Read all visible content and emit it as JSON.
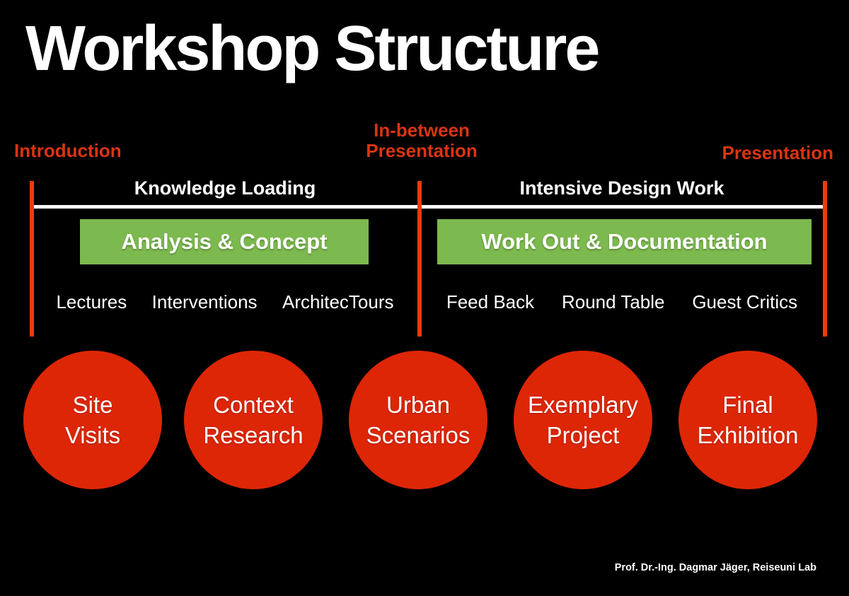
{
  "slide": {
    "title": "Workshop Structure",
    "footer": "Prof. Dr.-Ing. Dagmar Jäger, Reiseuni Lab"
  },
  "milestones": {
    "left": "Introduction",
    "middle_line1": "In-between",
    "middle_line2": "Presentation",
    "right": "Presentation"
  },
  "phases": [
    {
      "heading": "Knowledge Loading",
      "box": "Analysis & Concept",
      "methods": [
        "Lectures",
        "Interventions",
        "ArchitecTours"
      ]
    },
    {
      "heading": "Intensive Design Work",
      "box": "Work Out & Documentation",
      "methods": [
        "Feed Back",
        "Round Table",
        "Guest Critics"
      ]
    }
  ],
  "circles": [
    {
      "lines": [
        "Site",
        "Visits"
      ]
    },
    {
      "lines": [
        "Context",
        "Research"
      ]
    },
    {
      "lines": [
        "Urban",
        "Scenarios"
      ]
    },
    {
      "lines": [
        "Exemplary",
        "Project"
      ]
    },
    {
      "lines": [
        "Final",
        "Exhibition"
      ]
    }
  ],
  "colors": {
    "background": "#000000",
    "title_text": "#FFFFFF",
    "milestone_red": "#D93512",
    "timeline_red": "#F2390D",
    "timeline_white": "#FFFFFF",
    "phase_green": "#7CB94E",
    "circle_red": "#DD2606",
    "circle_text": "#FFFFFF"
  }
}
